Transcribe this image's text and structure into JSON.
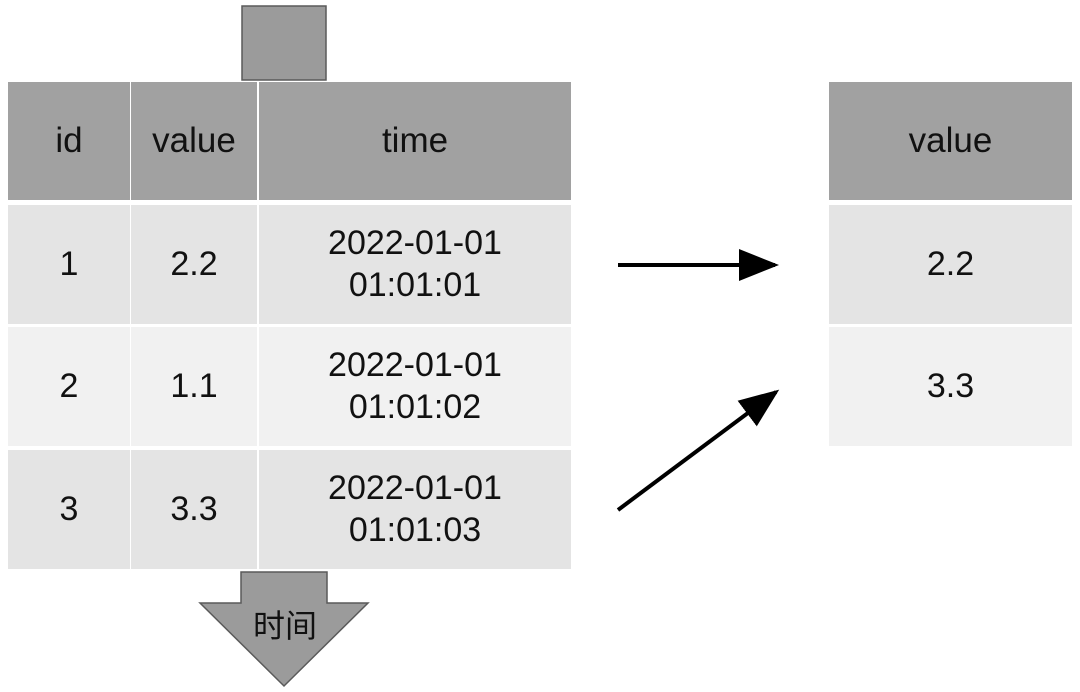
{
  "source_table": {
    "headers": [
      "id",
      "value",
      "time"
    ],
    "rows": [
      {
        "id": "1",
        "value": "2.2",
        "time_date": "2022-01-01",
        "time_clock": "01:01:01"
      },
      {
        "id": "2",
        "value": "1.1",
        "time_date": "2022-01-01",
        "time_clock": "01:01:02"
      },
      {
        "id": "3",
        "value": "3.3",
        "time_date": "2022-01-01",
        "time_clock": "01:01:03"
      }
    ]
  },
  "result_table": {
    "header": "value",
    "rows": [
      "2.2",
      "3.3"
    ]
  },
  "time_arrow": {
    "label": "时间"
  },
  "colors": {
    "header_fill": "#a1a1a1",
    "row_dark": "#e4e4e4",
    "row_light": "#f1f1f1",
    "arrow_fill": "#9b9b9b",
    "arrow_stroke": "#5a5a5a",
    "connector": "#000000"
  }
}
